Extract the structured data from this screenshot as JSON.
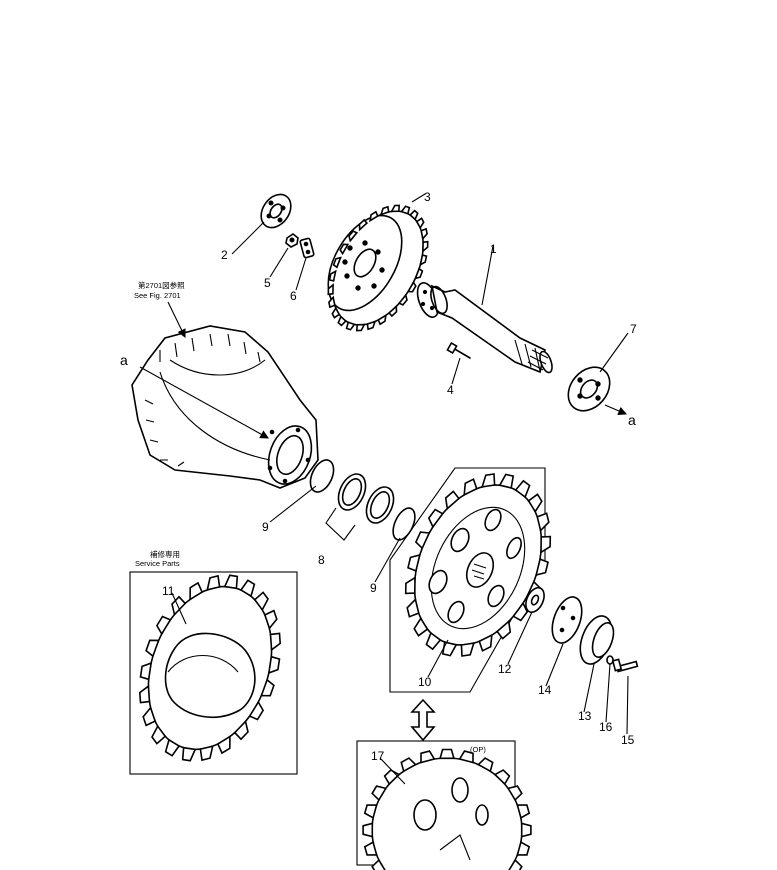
{
  "callouts": {
    "c1": "1",
    "c2": "2",
    "c3": "3",
    "c4": "4",
    "c5": "5",
    "c6": "6",
    "c7": "7",
    "c8": "8",
    "c9a": "9",
    "c9b": "9",
    "c10": "10",
    "c11": "11",
    "c12": "12",
    "c13": "13",
    "c14": "14",
    "c15": "15",
    "c16": "16",
    "c17": "17"
  },
  "references": {
    "a_left": "a",
    "a_right": "a",
    "see_fig_jp": "第2701図参照",
    "see_fig": "See Fig. 2701",
    "service_parts_jp": "補修専用",
    "service_parts": "Service Parts",
    "op": "(OP)"
  }
}
